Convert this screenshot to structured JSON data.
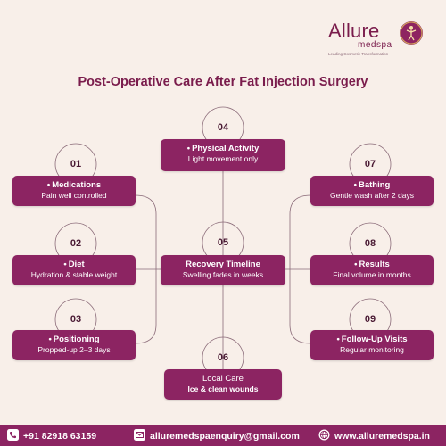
{
  "logo": {
    "brand": "Allure",
    "sub": "medspa",
    "tagline": "Leading Cosmetic Transformation"
  },
  "title": "Post-Operative Care After Fat Injection Surgery",
  "center": {
    "number": "05",
    "heading": "Recovery Timeline",
    "desc": "Swelling fades in weeks"
  },
  "steps": [
    {
      "number": "01",
      "heading": "Medications",
      "desc": "Pain well controlled"
    },
    {
      "number": "02",
      "heading": "Diet",
      "desc": "Hydration & stable weight"
    },
    {
      "number": "03",
      "heading": "Positioning",
      "desc": "Propped-up 2–3 days"
    },
    {
      "number": "04",
      "heading": "Physical Activity",
      "desc": "Light movement only"
    },
    {
      "number": "06",
      "heading": "Local Care",
      "desc": "Ice & clean wounds"
    },
    {
      "number": "07",
      "heading": "Bathing",
      "desc": "Gentle wash after 2 days"
    },
    {
      "number": "08",
      "heading": "Results",
      "desc": "Final volume in months"
    },
    {
      "number": "09",
      "heading": "Follow-Up Visits",
      "desc": "Regular monitoring"
    }
  ],
  "footer": {
    "phone": "+91 82918 63159",
    "email": "alluremedspaenquiry@gmail.com",
    "website": "www.alluremedspa.in"
  },
  "colors": {
    "accent": "#8c2462",
    "background": "#f8efe9",
    "title": "#7a1c4c"
  },
  "icons": [
    "phone-icon",
    "mail-icon",
    "globe-icon",
    "logo-emblem-icon"
  ]
}
